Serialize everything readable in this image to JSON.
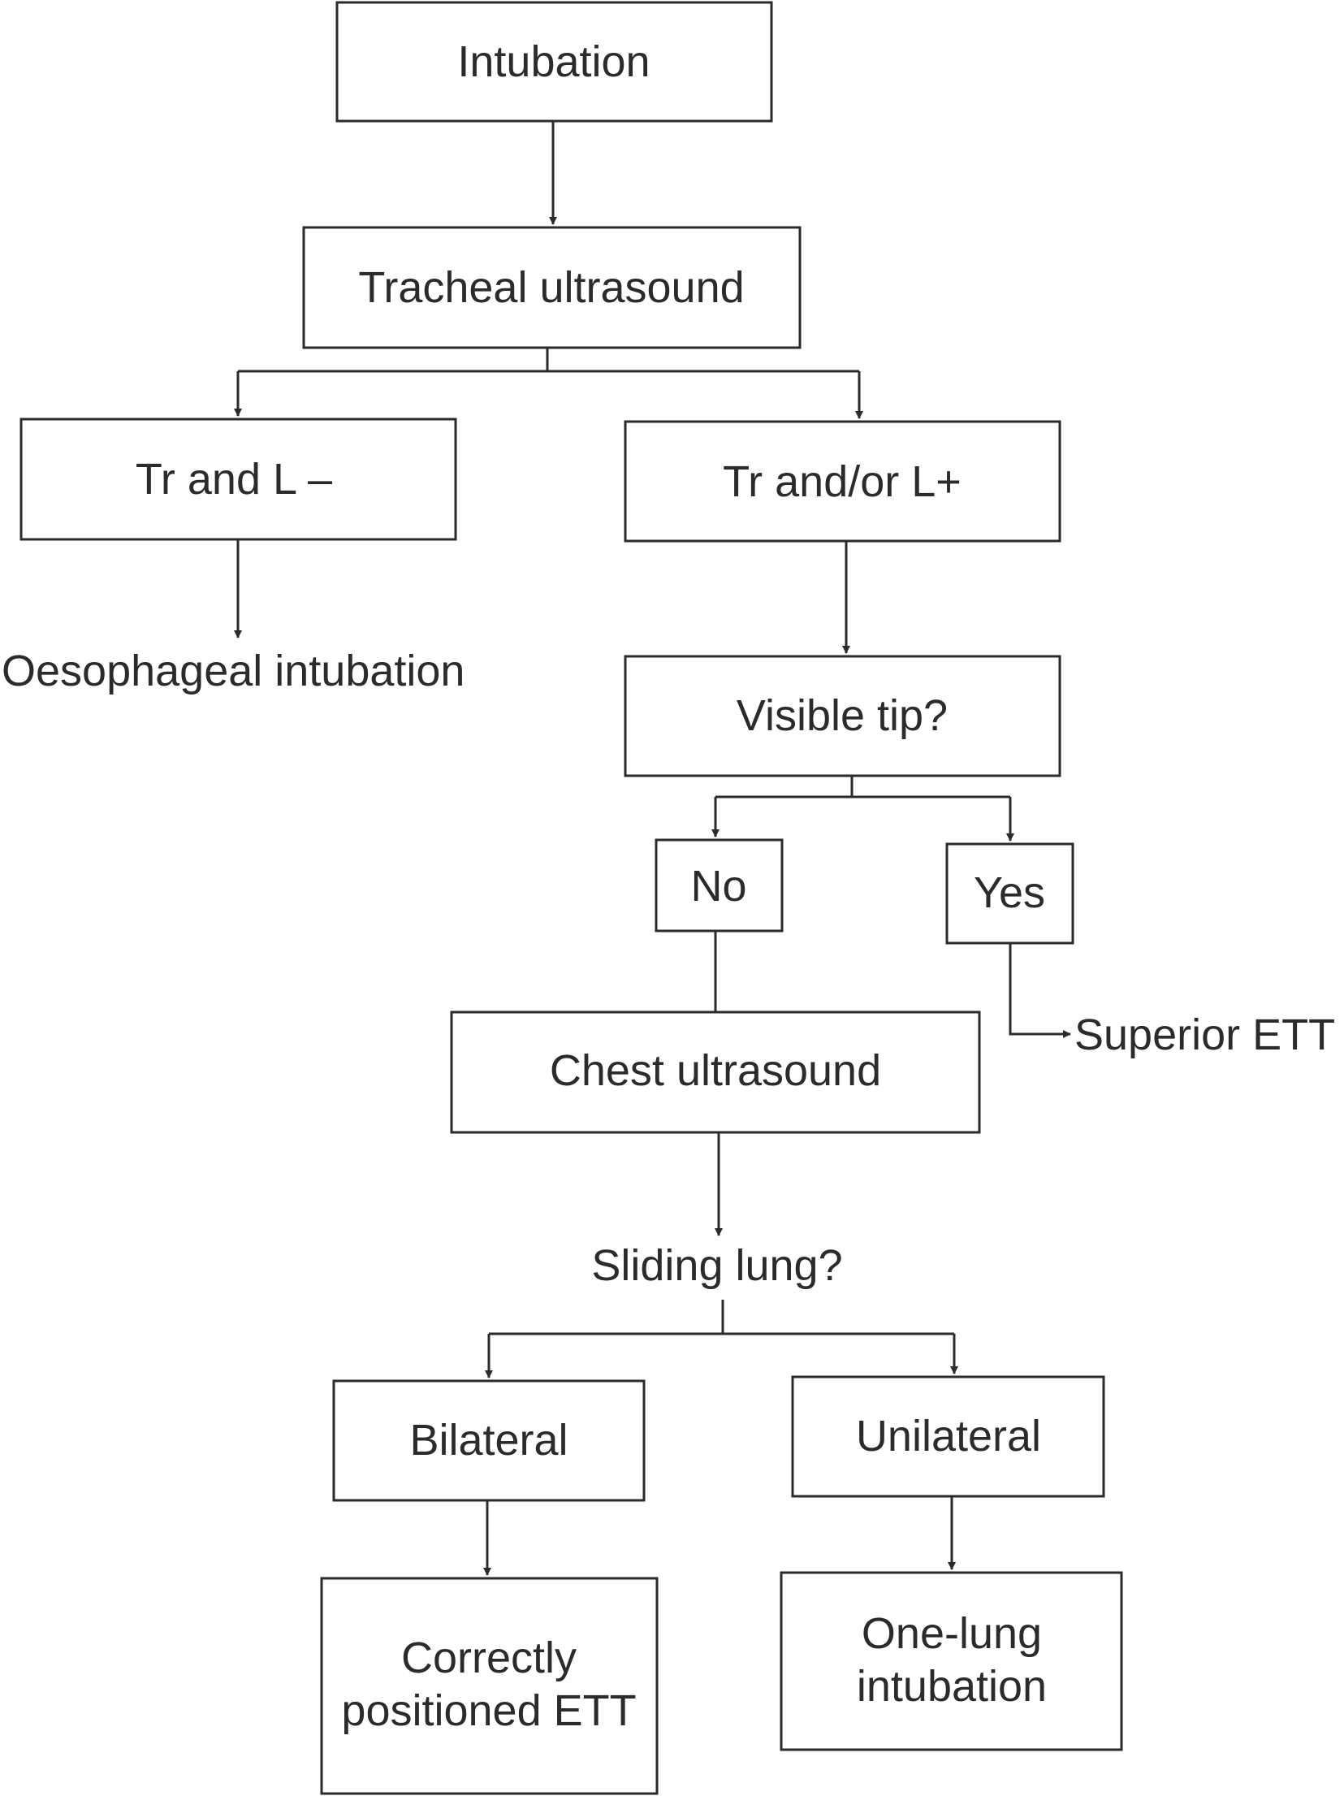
{
  "nodes": {
    "intubation": "Intubation",
    "tracheal_ultrasound": "Tracheal ultrasound",
    "tr_and_l_neg": "Tr and L –",
    "tr_and_or_l_pos": "Tr and/or L+",
    "oesophageal_intubation": "Oesophageal intubation",
    "visible_tip": "Visible tip?",
    "no": "No",
    "yes": "Yes",
    "superior_ett": "Superior ETT",
    "chest_ultrasound": "Chest ultrasound",
    "sliding_lung": "Sliding lung?",
    "bilateral": "Bilateral",
    "unilateral": "Unilateral",
    "correctly_positioned_line1": "Correctly",
    "correctly_positioned_line2": "positioned ETT",
    "one_lung_line1": "One-lung",
    "one_lung_line2": "intubation"
  }
}
